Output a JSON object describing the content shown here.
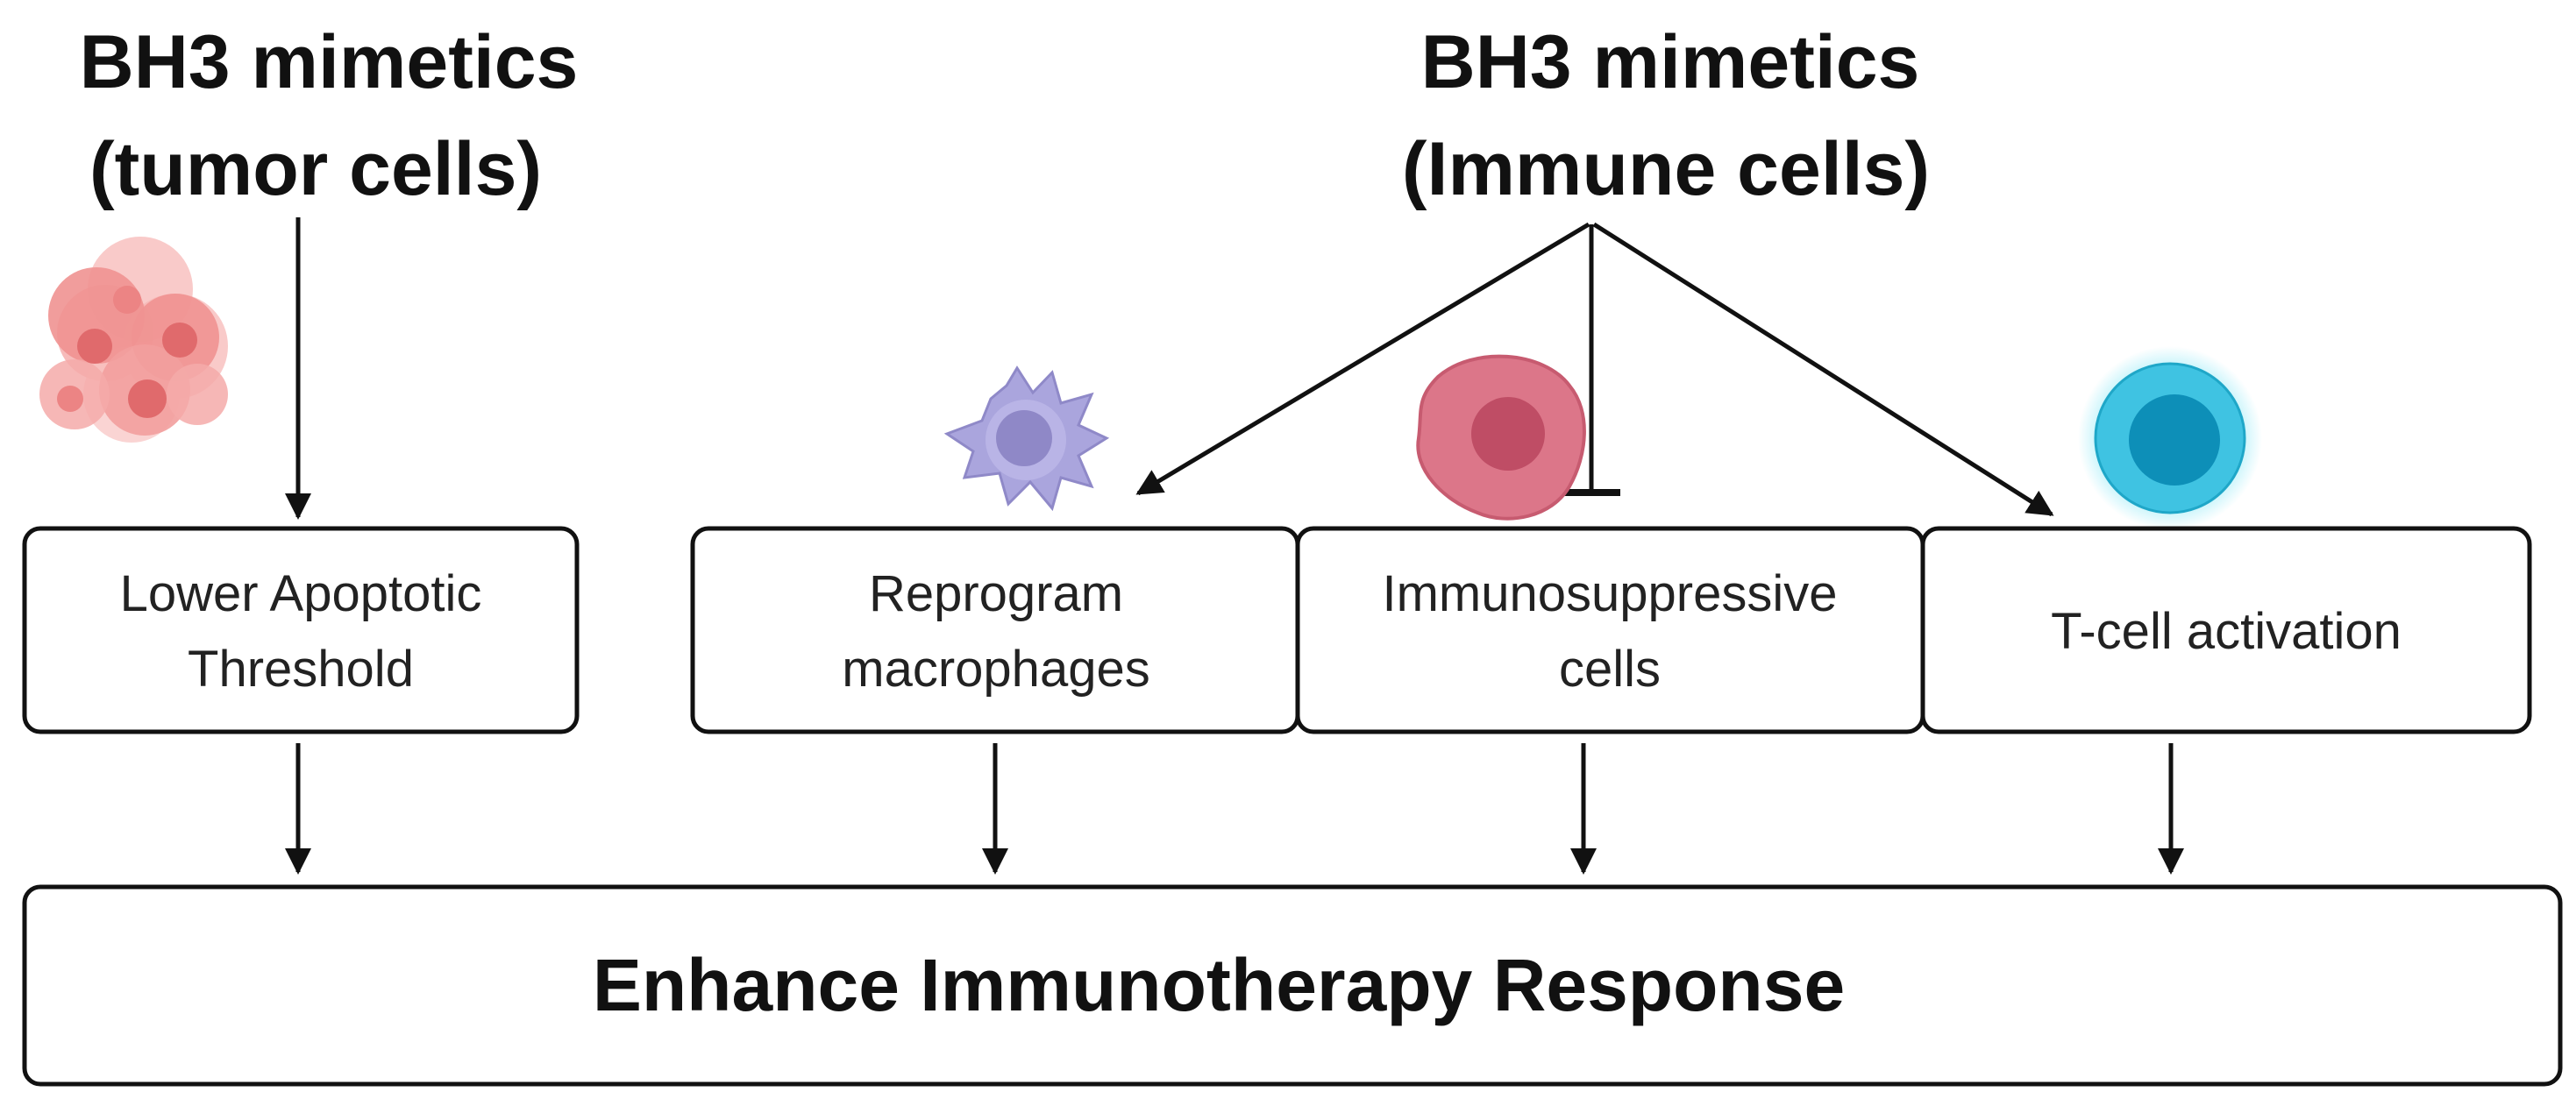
{
  "titles": {
    "left_line1": "BH3 mimetics",
    "left_line2": "(tumor cells)",
    "right_line1": "BH3 mimetics",
    "right_line2": "(Immune cells)"
  },
  "boxes": [
    {
      "line1": "Lower Apoptotic",
      "line2": "Threshold"
    },
    {
      "line1": "Reprogram",
      "line2": "macrophages"
    },
    {
      "line1": "Immunosuppressive",
      "line2": "cells"
    },
    {
      "line1": "T-cell activation",
      "line2": ""
    }
  ],
  "bottom": {
    "label": "Enhance Immunotherapy Response"
  },
  "icons": [
    {
      "name": "tumor-cells-icon",
      "color": "#f08a8a"
    },
    {
      "name": "macrophage-icon",
      "color": "#a9a3dc"
    },
    {
      "name": "immunosuppressive-cell-icon",
      "color": "#d96d86"
    },
    {
      "name": "t-cell-icon",
      "color": "#3cc2e0"
    }
  ],
  "relations": [
    {
      "from": "BH3 mimetics (Immune cells)",
      "to": "Reprogram macrophages",
      "type": "promotes"
    },
    {
      "from": "BH3 mimetics (Immune cells)",
      "to": "Immunosuppressive cells",
      "type": "inhibits"
    },
    {
      "from": "BH3 mimetics (Immune cells)",
      "to": "T-cell activation",
      "type": "promotes"
    }
  ]
}
